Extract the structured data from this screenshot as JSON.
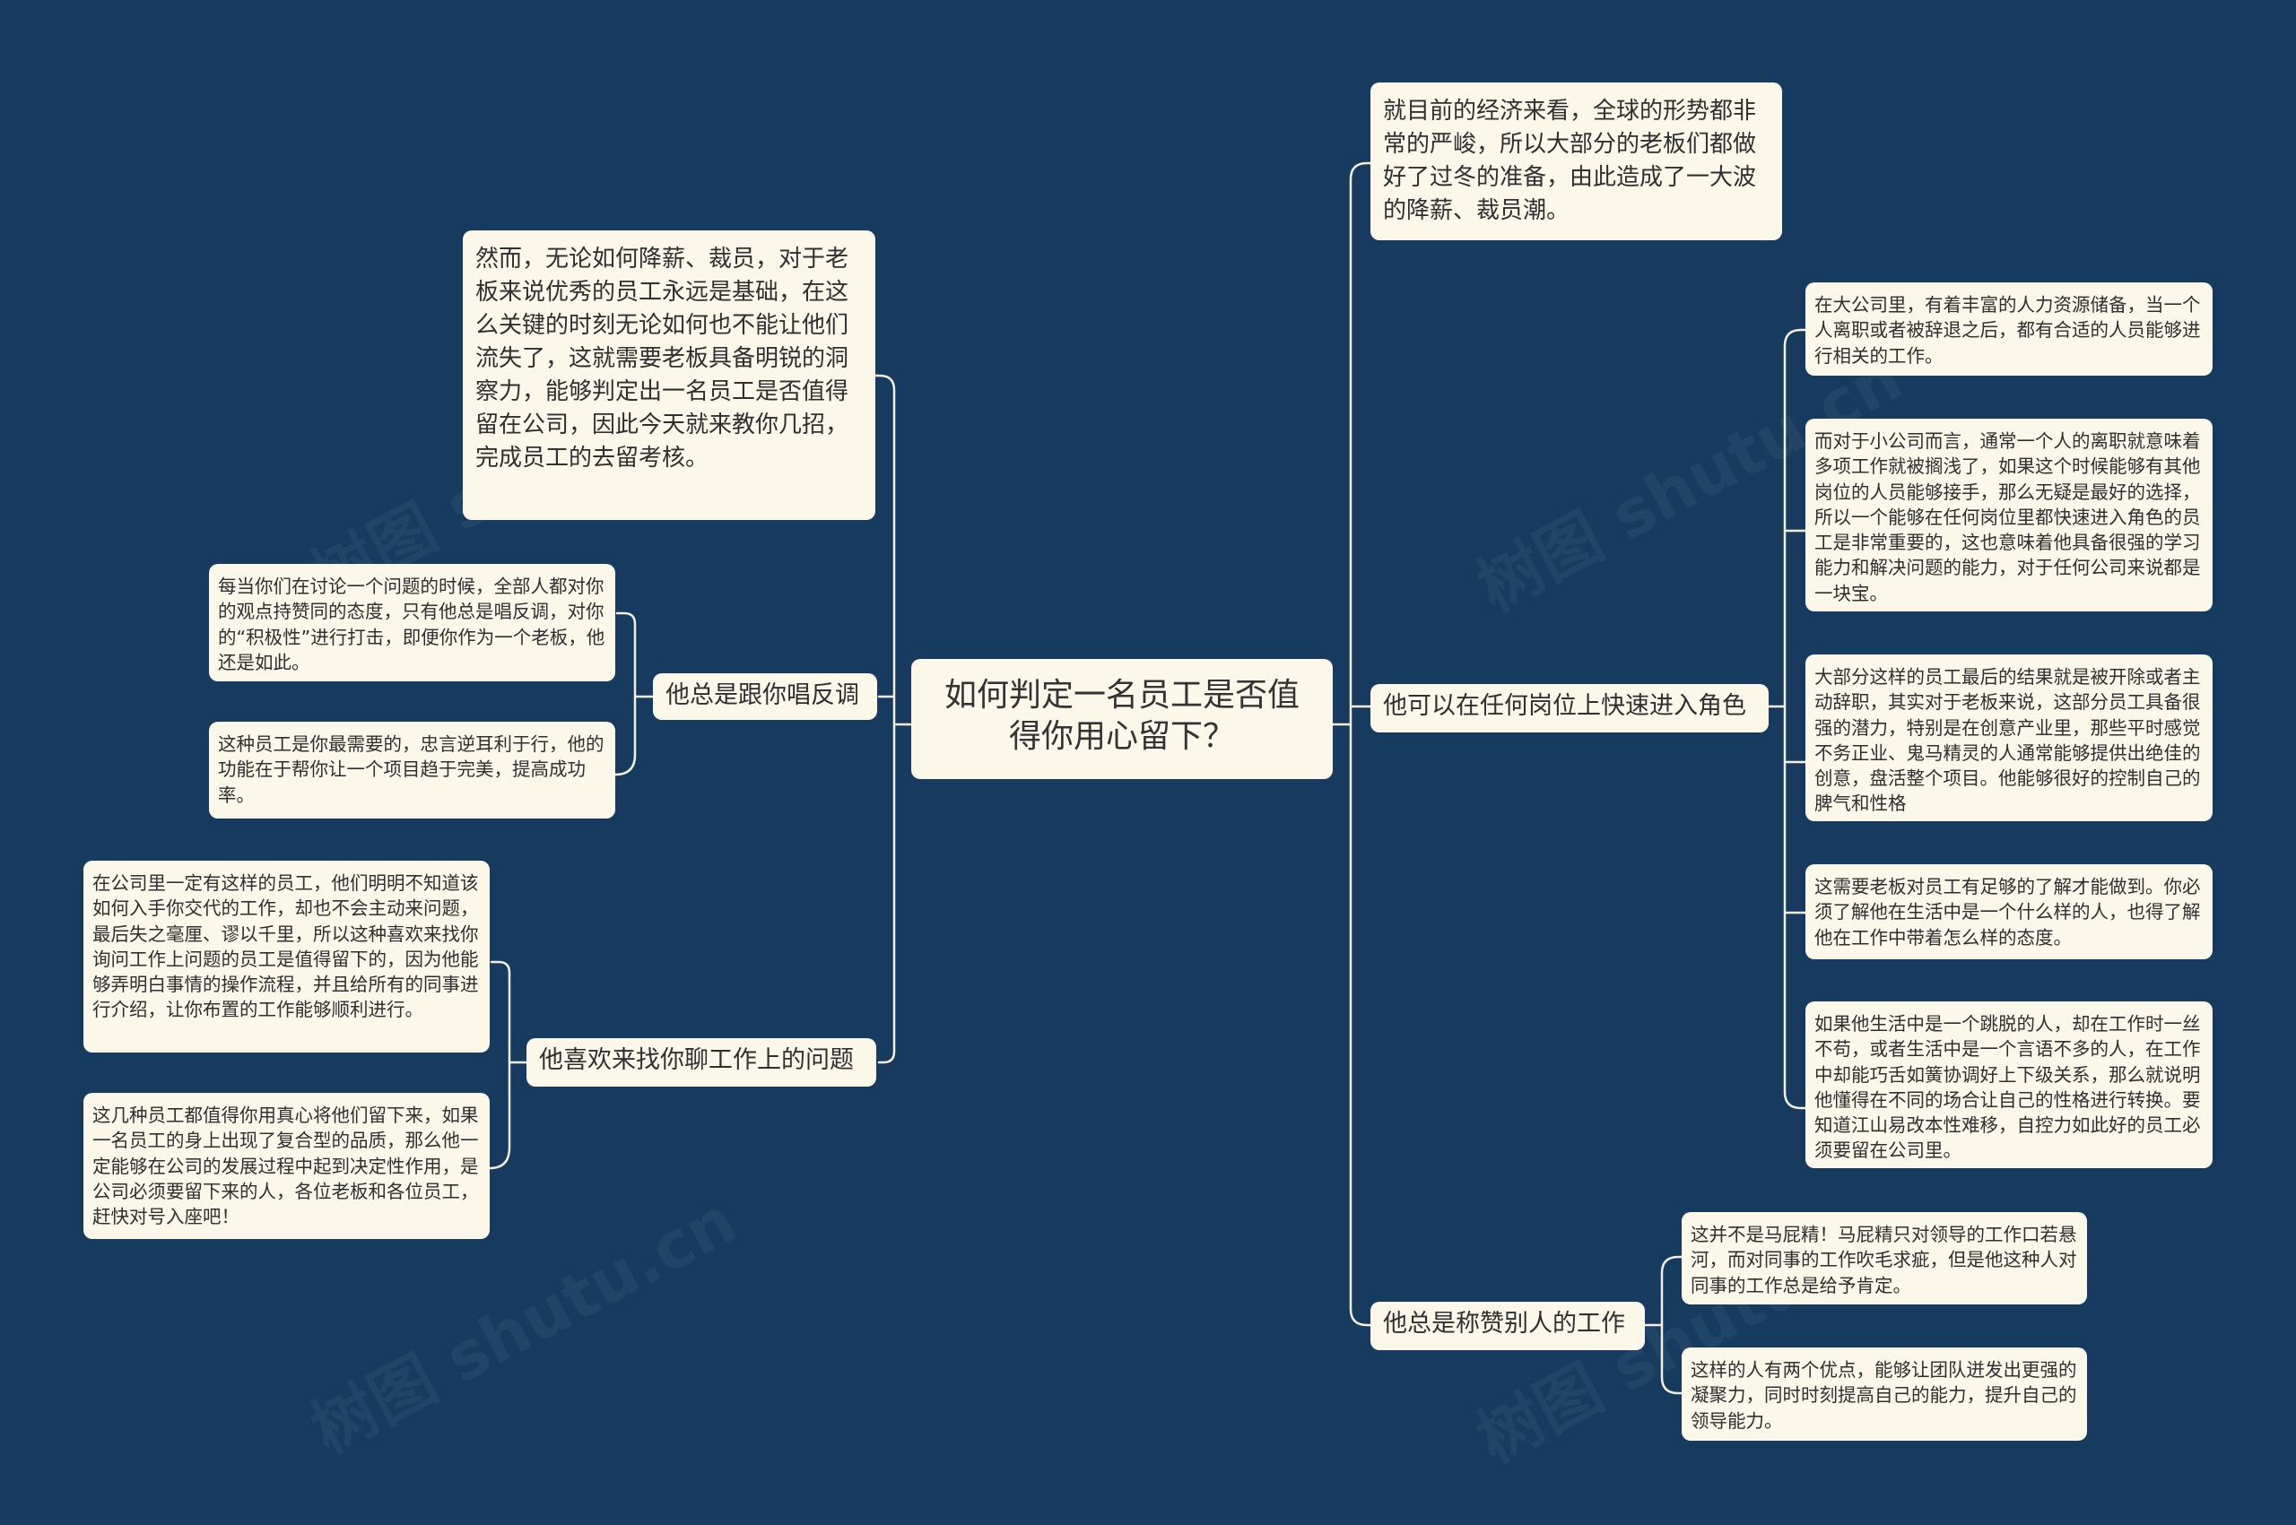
{
  "root": {
    "title": "如何判定一名员工是否值得你用心留下？"
  },
  "intro": {
    "left": "然而，无论如何降薪、裁员，对于老板来说优秀的员工永远是基础，在这么关键的时刻无论如何也不能让他们流失了，这就需要老板具备明锐的洞察力，能够判定出一名员工是否值得留在公司，因此今天就来教你几招，完成员工的去留考核。",
    "right": "就目前的经济来看，全球的形势都非常的严峻，所以大部分的老板们都做好了过冬的准备，由此造成了一大波的降薪、裁员潮。"
  },
  "branches": {
    "oppose": {
      "label": "他总是跟你唱反调",
      "notes": [
        "每当你们在讨论一个问题的时候，全部人都对你的观点持赞同的态度，只有他总是唱反调，对你的“积极性”进行打击，即便你作为一个老板，他还是如此。",
        "这种员工是你最需要的，忠言逆耳利于行，他的功能在于帮你让一个项目趋于完美，提高成功率。"
      ]
    },
    "chat": {
      "label": "他喜欢来找你聊工作上的问题",
      "notes": [
        "在公司里一定有这样的员工，他们明明不知道该如何入手你交代的工作，却也不会主动来问题，最后失之毫厘、谬以千里，所以这种喜欢来找你询问工作上问题的员工是值得留下的，因为他能够弄明白事情的操作流程，并且给所有的同事进行介绍，让你布置的工作能够顺利进行。",
        "这几种员工都值得你用真心将他们留下来，如果一名员工的身上出现了复合型的品质，那么他一定能够在公司的发展过程中起到决定性作用，是公司必须要留下来的人，各位老板和各位员工，赶快对号入座吧！"
      ]
    },
    "adapt": {
      "label": "他可以在任何岗位上快速进入角色",
      "notes": [
        "在大公司里，有着丰富的人力资源储备，当一个人离职或者被辞退之后，都有合适的人员能够进行相关的工作。",
        "而对于小公司而言，通常一个人的离职就意味着多项工作就被搁浅了，如果这个时候能够有其他岗位的人员能够接手，那么无疑是最好的选择，所以一个能够在任何岗位里都快速进入角色的员工是非常重要的，这也意味着他具备很强的学习能力和解决问题的能力，对于任何公司来说都是一块宝。",
        "大部分这样的员工最后的结果就是被开除或者主动辞职，其实对于老板来说，这部分员工具备很强的潜力，特别是在创意产业里，那些平时感觉不务正业、鬼马精灵的人通常能够提供出绝佳的创意，盘活整个项目。他能够很好的控制自己的脾气和性格",
        "这需要老板对员工有足够的了解才能做到。你必须了解他在生活中是一个什么样的人，也得了解他在工作中带着怎么样的态度。",
        "如果他生活中是一个跳脱的人，却在工作时一丝不苟，或者生活中是一个言语不多的人，在工作中却能巧舌如簧协调好上下级关系，那么就说明他懂得在不同的场合让自己的性格进行转换。要知道江山易改本性难移，自控力如此好的员工必须要留在公司里。"
      ]
    },
    "praise": {
      "label": "他总是称赞别人的工作",
      "notes": [
        "这并不是马屁精！马屁精只对领导的工作口若悬河，而对同事的工作吹毛求疵，但是他这种人对同事的工作总是给予肯定。",
        "这样的人有两个优点，能够让团队迸发出更强的凝聚力，同时时刻提高自己的能力，提升自己的领导能力。"
      ]
    }
  },
  "colors": {
    "background": "#163b5e",
    "node": "#fbf8ea",
    "link": "#f3efdc",
    "text": "#2f2f2f"
  }
}
